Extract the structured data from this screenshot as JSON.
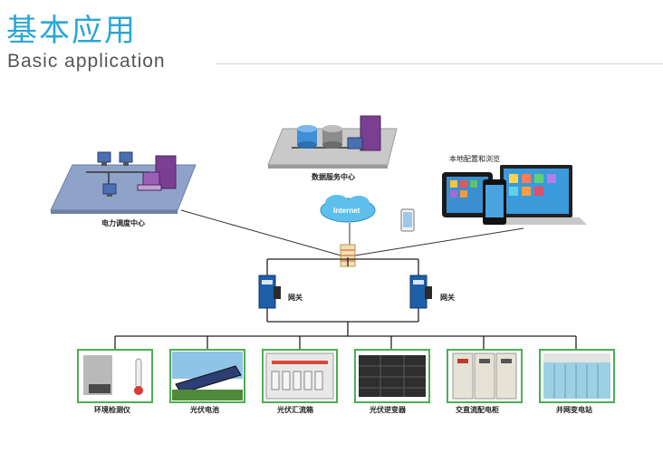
{
  "header": {
    "title_cn": "基本应用",
    "title_en": "Basic application"
  },
  "nodes": {
    "dispatch_center": "电力调度中心",
    "data_center": "数据服务中心",
    "internet": "Internet",
    "local_config": "本地配置和浏览",
    "gateway_left": "网关",
    "gateway_right": "网关"
  },
  "devices": [
    {
      "label": "环境检测仪"
    },
    {
      "label": "光伏电池"
    },
    {
      "label": "光伏汇流箱"
    },
    {
      "label": "光伏逆变器"
    },
    {
      "label": "交直流配电柜"
    },
    {
      "label": "并网变电站"
    }
  ],
  "colors": {
    "title_blue": "#2aa6d8",
    "device_border": "#4caf50",
    "gateway_blue": "#1e5fa8",
    "line": "#222222"
  }
}
